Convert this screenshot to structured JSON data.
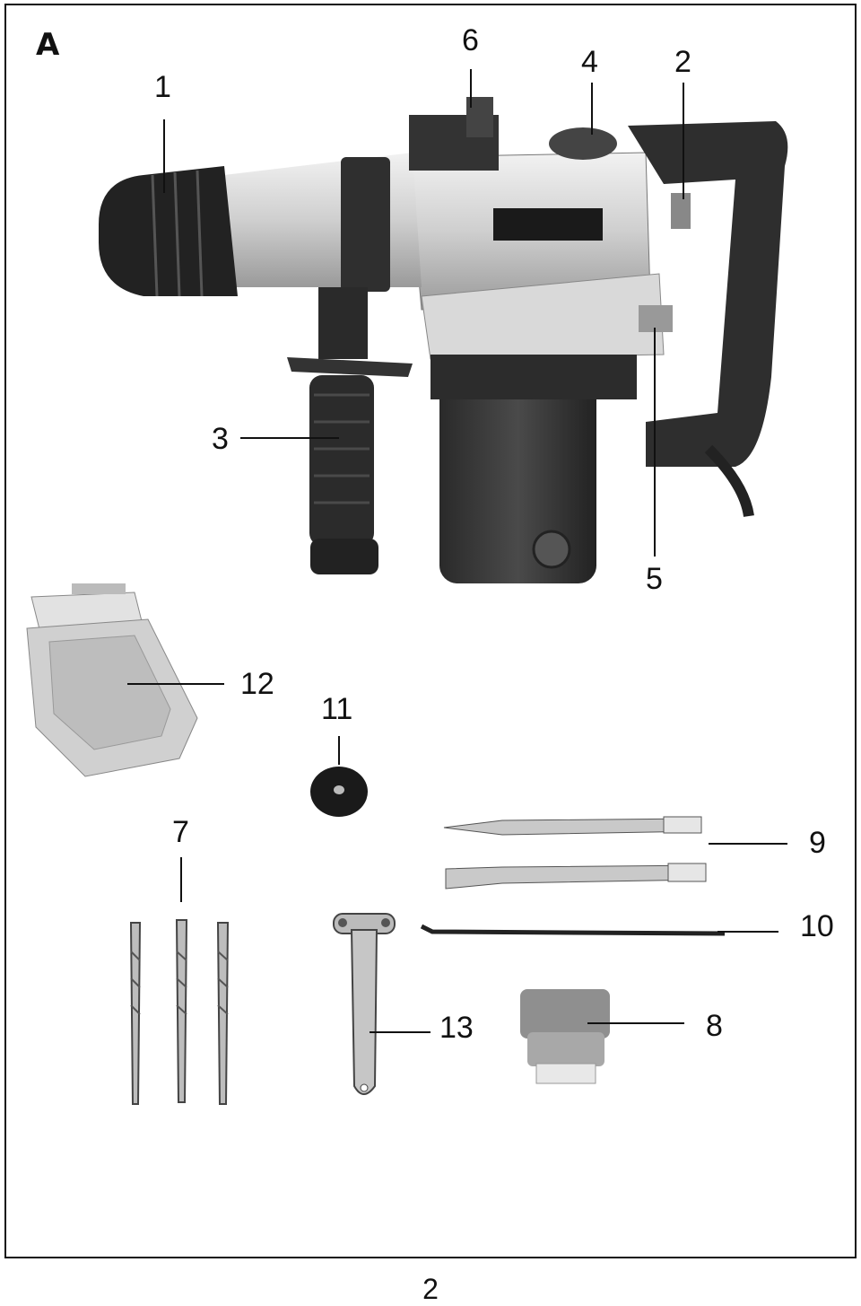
{
  "figure_letter": "A",
  "page_number": "2",
  "callouts": {
    "c1": "1",
    "c2": "2",
    "c3": "3",
    "c4": "4",
    "c5": "5",
    "c6": "6",
    "c7": "7",
    "c8": "8",
    "c9": "9",
    "c10": "10",
    "c11": "11",
    "c12": "12",
    "c13": "13"
  }
}
